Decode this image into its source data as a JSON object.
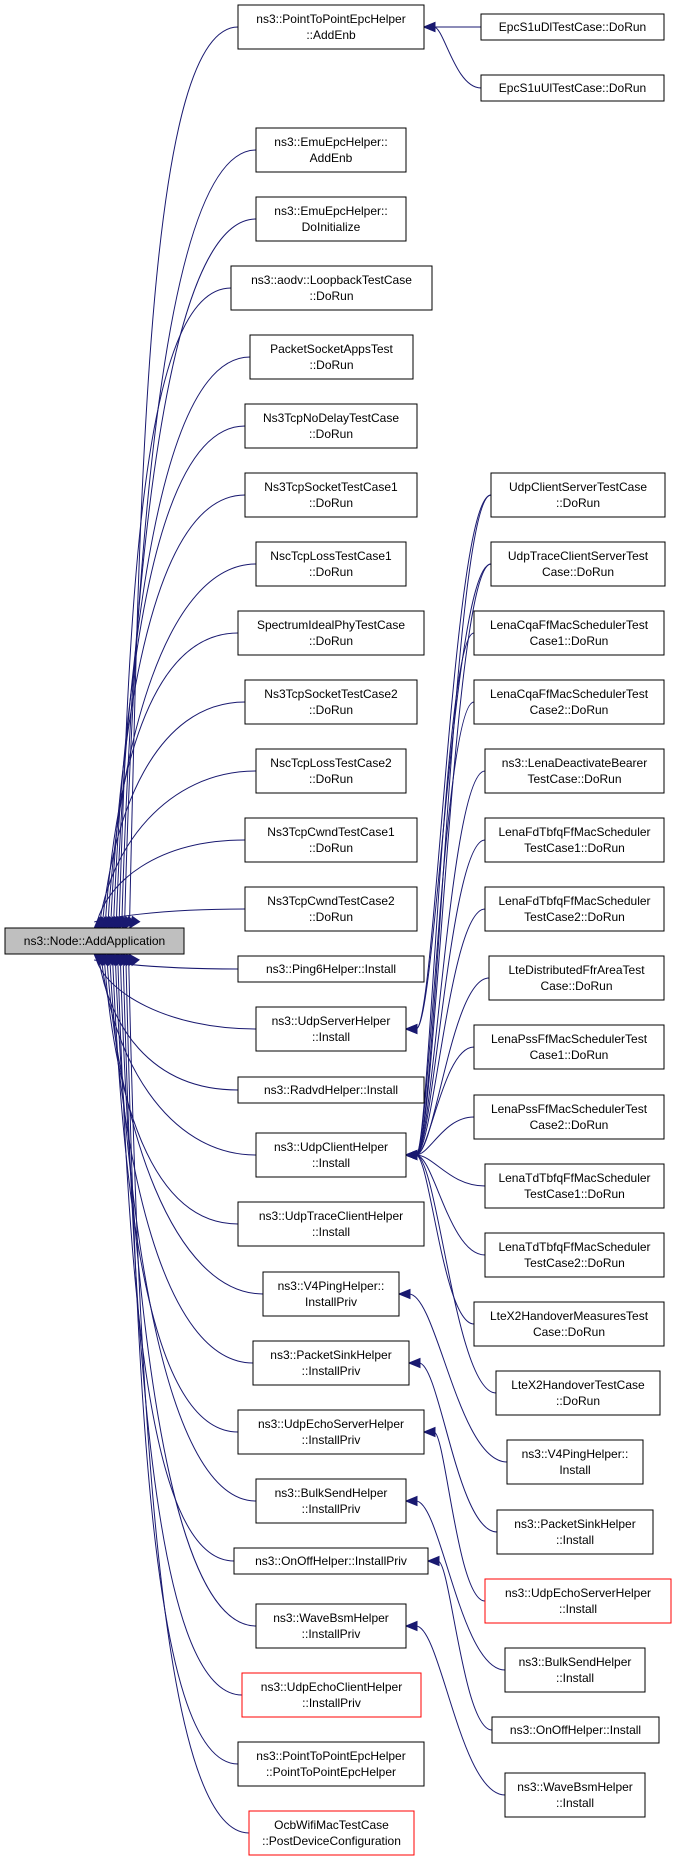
{
  "colors": {
    "edge": "#191970",
    "node_border": "#000000",
    "node_border_alt": "#ff0000",
    "root_fill": "#bfbfbf"
  },
  "root": {
    "label": "ns3::Node::AddApplication"
  },
  "callers": [
    {
      "id": "p2p_addenb",
      "lines": [
        "ns3::PointToPointEpcHelper",
        "::AddEnb"
      ],
      "border": "black"
    },
    {
      "id": "emu_addenb",
      "lines": [
        "ns3::EmuEpcHelper::",
        "AddEnb"
      ],
      "border": "black"
    },
    {
      "id": "emu_doinit",
      "lines": [
        "ns3::EmuEpcHelper::",
        "DoInitialize"
      ],
      "border": "black"
    },
    {
      "id": "aodv_loopback",
      "lines": [
        "ns3::aodv::LoopbackTestCase",
        "::DoRun"
      ],
      "border": "black"
    },
    {
      "id": "packetsocket",
      "lines": [
        "PacketSocketAppsTest",
        "::DoRun"
      ],
      "border": "black"
    },
    {
      "id": "nodelay",
      "lines": [
        "Ns3TcpNoDelayTestCase",
        "::DoRun"
      ],
      "border": "black"
    },
    {
      "id": "socket1",
      "lines": [
        "Ns3TcpSocketTestCase1",
        "::DoRun"
      ],
      "border": "black"
    },
    {
      "id": "nscloss1",
      "lines": [
        "NscTcpLossTestCase1",
        "::DoRun"
      ],
      "border": "black"
    },
    {
      "id": "spectrum",
      "lines": [
        "SpectrumIdealPhyTestCase",
        "::DoRun"
      ],
      "border": "black"
    },
    {
      "id": "socket2",
      "lines": [
        "Ns3TcpSocketTestCase2",
        "::DoRun"
      ],
      "border": "black"
    },
    {
      "id": "nscloss2",
      "lines": [
        "NscTcpLossTestCase2",
        "::DoRun"
      ],
      "border": "black"
    },
    {
      "id": "cwnd1",
      "lines": [
        "Ns3TcpCwndTestCase1",
        "::DoRun"
      ],
      "border": "black"
    },
    {
      "id": "cwnd2",
      "lines": [
        "Ns3TcpCwndTestCase2",
        "::DoRun"
      ],
      "border": "black"
    },
    {
      "id": "ping6",
      "lines": [
        "ns3::Ping6Helper::Install"
      ],
      "border": "black"
    },
    {
      "id": "udpserver",
      "lines": [
        "ns3::UdpServerHelper",
        "::Install"
      ],
      "border": "black"
    },
    {
      "id": "radvd",
      "lines": [
        "ns3::RadvdHelper::Install"
      ],
      "border": "black"
    },
    {
      "id": "udpclient",
      "lines": [
        "ns3::UdpClientHelper",
        "::Install"
      ],
      "border": "black"
    },
    {
      "id": "udptrace",
      "lines": [
        "ns3::UdpTraceClientHelper",
        "::Install"
      ],
      "border": "black"
    },
    {
      "id": "v4ping",
      "lines": [
        "ns3::V4PingHelper::",
        "InstallPriv"
      ],
      "border": "black"
    },
    {
      "id": "packetsink",
      "lines": [
        "ns3::PacketSinkHelper",
        "::InstallPriv"
      ],
      "border": "black"
    },
    {
      "id": "udpechoserver",
      "lines": [
        "ns3::UdpEchoServerHelper",
        "::InstallPriv"
      ],
      "border": "black"
    },
    {
      "id": "bulksend",
      "lines": [
        "ns3::BulkSendHelper",
        "::InstallPriv"
      ],
      "border": "black"
    },
    {
      "id": "onoff",
      "lines": [
        "ns3::OnOffHelper::InstallPriv"
      ],
      "border": "black"
    },
    {
      "id": "wavebsm",
      "lines": [
        "ns3::WaveBsmHelper",
        "::InstallPriv"
      ],
      "border": "black"
    },
    {
      "id": "udpechoclient",
      "lines": [
        "ns3::UdpEchoClientHelper",
        "::InstallPriv"
      ],
      "border": "red"
    },
    {
      "id": "p2p_ctor",
      "lines": [
        "ns3::PointToPointEpcHelper",
        "::PointToPointEpcHelper"
      ],
      "border": "black"
    },
    {
      "id": "ocb",
      "lines": [
        "OcbWifiMacTestCase",
        "::PostDeviceConfiguration"
      ],
      "border": "red"
    }
  ],
  "third_level": [
    {
      "id": "epcdl",
      "lines": [
        "EpcS1uDlTestCase::DoRun"
      ],
      "border": "black"
    },
    {
      "id": "epcul",
      "lines": [
        "EpcS1uUlTestCase::DoRun"
      ],
      "border": "black"
    },
    {
      "id": "udpcs",
      "lines": [
        "UdpClientServerTestCase",
        "::DoRun"
      ],
      "border": "black"
    },
    {
      "id": "udptcs",
      "lines": [
        "UdpTraceClientServerTest",
        "Case::DoRun"
      ],
      "border": "black"
    },
    {
      "id": "cqa1",
      "lines": [
        "LenaCqaFfMacSchedulerTest",
        "Case1::DoRun"
      ],
      "border": "black"
    },
    {
      "id": "cqa2",
      "lines": [
        "LenaCqaFfMacSchedulerTest",
        "Case2::DoRun"
      ],
      "border": "black"
    },
    {
      "id": "deact",
      "lines": [
        "ns3::LenaDeactivateBearer",
        "TestCase::DoRun"
      ],
      "border": "black"
    },
    {
      "id": "fdtbfq1",
      "lines": [
        "LenaFdTbfqFfMacScheduler",
        "TestCase1::DoRun"
      ],
      "border": "black"
    },
    {
      "id": "fdtbfq2",
      "lines": [
        "LenaFdTbfqFfMacScheduler",
        "TestCase2::DoRun"
      ],
      "border": "black"
    },
    {
      "id": "ffr",
      "lines": [
        "LteDistributedFfrAreaTest",
        "Case::DoRun"
      ],
      "border": "black"
    },
    {
      "id": "pss1",
      "lines": [
        "LenaPssFfMacSchedulerTest",
        "Case1::DoRun"
      ],
      "border": "black"
    },
    {
      "id": "pss2",
      "lines": [
        "LenaPssFfMacSchedulerTest",
        "Case2::DoRun"
      ],
      "border": "black"
    },
    {
      "id": "tdtbfq1",
      "lines": [
        "LenaTdTbfqFfMacScheduler",
        "TestCase1::DoRun"
      ],
      "border": "black"
    },
    {
      "id": "tdtbfq2",
      "lines": [
        "LenaTdTbfqFfMacScheduler",
        "TestCase2::DoRun"
      ],
      "border": "black"
    },
    {
      "id": "x2meas",
      "lines": [
        "LteX2HandoverMeasuresTest",
        "Case::DoRun"
      ],
      "border": "black"
    },
    {
      "id": "x2ho",
      "lines": [
        "LteX2HandoverTestCase",
        "::DoRun"
      ],
      "border": "black"
    },
    {
      "id": "v4install",
      "lines": [
        "ns3::V4PingHelper::",
        "Install"
      ],
      "border": "black"
    },
    {
      "id": "psinstall",
      "lines": [
        "ns3::PacketSinkHelper",
        "::Install"
      ],
      "border": "black"
    },
    {
      "id": "uesinstall",
      "lines": [
        "ns3::UdpEchoServerHelper",
        "::Install"
      ],
      "border": "red"
    },
    {
      "id": "bsinstall",
      "lines": [
        "ns3::BulkSendHelper",
        "::Install"
      ],
      "border": "black"
    },
    {
      "id": "ooinstall",
      "lines": [
        "ns3::OnOffHelper::Install"
      ],
      "border": "black"
    },
    {
      "id": "wbinstall",
      "lines": [
        "ns3::WaveBsmHelper",
        "::Install"
      ],
      "border": "black"
    }
  ],
  "links": [
    {
      "from": "epcdl",
      "to": "p2p_addenb"
    },
    {
      "from": "epcul",
      "to": "p2p_addenb"
    },
    {
      "from": "udpcs",
      "to": "udpserver"
    },
    {
      "from": "udptcs",
      "to": "udpserver"
    },
    {
      "from": "udpcs",
      "to": "udpclient"
    },
    {
      "from": "udptcs",
      "to": "udpclient"
    },
    {
      "from": "cqa1",
      "to": "udpclient"
    },
    {
      "from": "cqa2",
      "to": "udpclient"
    },
    {
      "from": "deact",
      "to": "udpclient"
    },
    {
      "from": "fdtbfq1",
      "to": "udpclient"
    },
    {
      "from": "fdtbfq2",
      "to": "udpclient"
    },
    {
      "from": "ffr",
      "to": "udpclient"
    },
    {
      "from": "pss1",
      "to": "udpclient"
    },
    {
      "from": "pss2",
      "to": "udpclient"
    },
    {
      "from": "tdtbfq1",
      "to": "udpclient"
    },
    {
      "from": "tdtbfq2",
      "to": "udpclient"
    },
    {
      "from": "x2meas",
      "to": "udpclient"
    },
    {
      "from": "x2ho",
      "to": "udpclient"
    },
    {
      "from": "v4install",
      "to": "v4ping"
    },
    {
      "from": "psinstall",
      "to": "packetsink"
    },
    {
      "from": "uesinstall",
      "to": "udpechoserver"
    },
    {
      "from": "bsinstall",
      "to": "bulksend"
    },
    {
      "from": "ooinstall",
      "to": "onoff"
    },
    {
      "from": "wbinstall",
      "to": "wavebsm"
    }
  ]
}
